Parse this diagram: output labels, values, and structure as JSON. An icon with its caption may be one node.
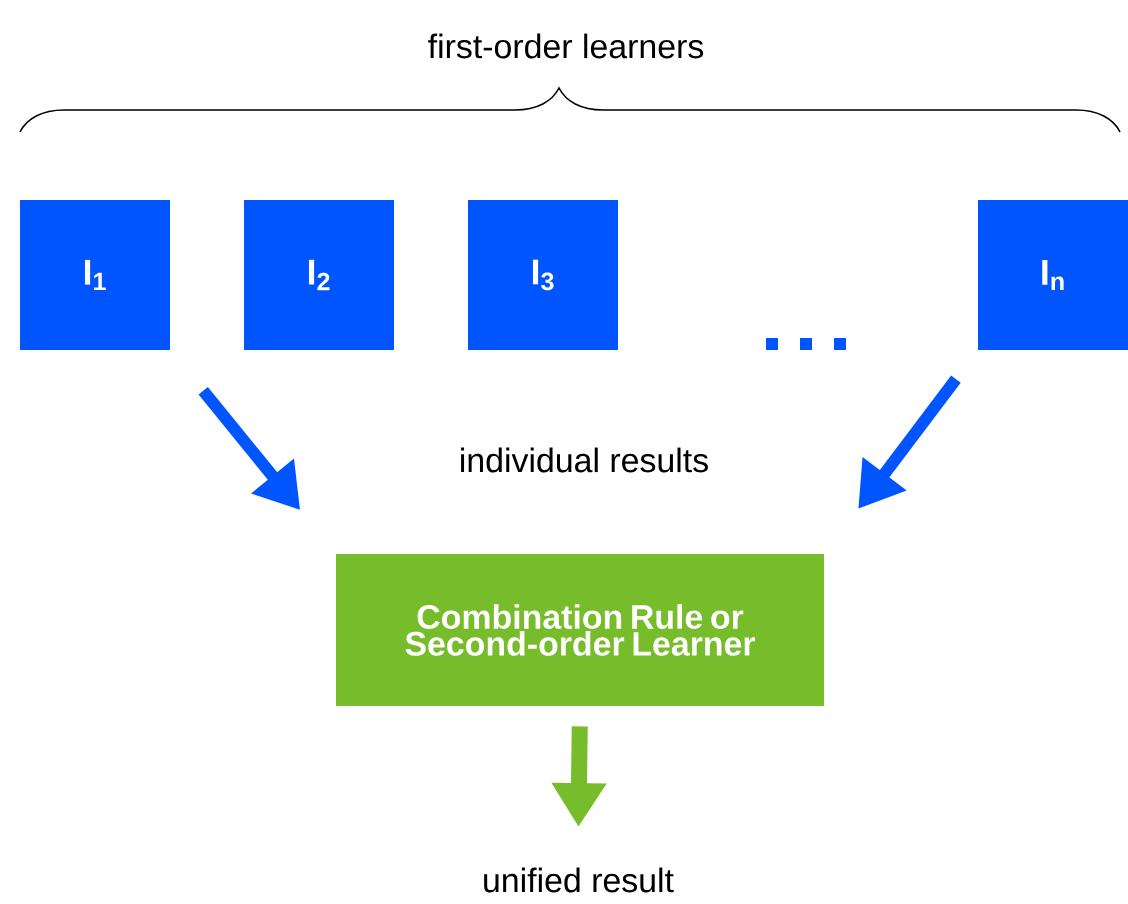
{
  "diagram": {
    "nodes": [
      {
        "text": [
          "I$_{1}$"
        ]
      },
      {
        "text": [
          "I$_{2}$"
        ]
      },
      {
        "text": [
          "I$_{3}$"
        ]
      },
      {
        "text": [
          "I$_{n}$"
        ]
      },
      {
        "text": [
          "Combination Rule or Second-order Learner"
        ]
      },
      {
        "text": [
          "unified result"
        ]
      }
    ],
    "edges": [
      {
        "from": 0,
        "to": 4,
        "arrow": "to"
      },
      {
        "from": 3,
        "to": 4,
        "arrow": "to"
      },
      {
        "from": 4,
        "to": 5,
        "arrow": "to",
        "color": "#77bc2a"
      }
    ],
    "labels": [
      "first-order learners",
      "individual results"
    ]
  }
}
